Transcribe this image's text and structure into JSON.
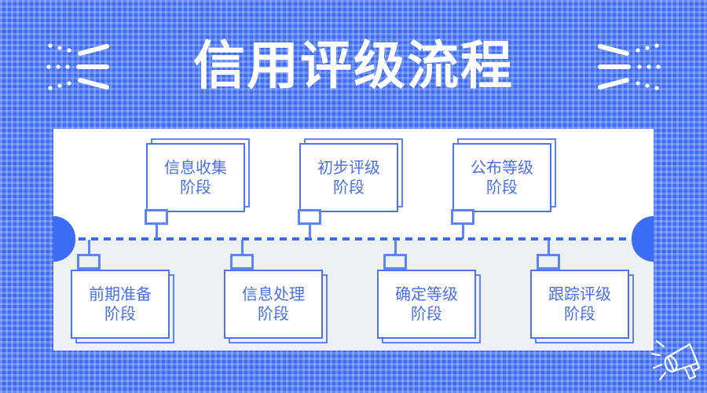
{
  "page": {
    "title": "信用评级流程",
    "background_color": "#3c6bf4",
    "panel_color": "#ffffff",
    "panel_lower_color": "#eef0f4",
    "accent_color": "#4a74f0",
    "text_color": "#4a6fe8"
  },
  "decorations": {
    "left_marks": "speed-lines-left",
    "right_marks": "speed-lines-right",
    "megaphone": "megaphone-icon"
  },
  "flow": {
    "top_row": [
      {
        "label": "信息收集\n阶段"
      },
      {
        "label": "初步评级\n阶段"
      },
      {
        "label": "公布等级\n阶段"
      }
    ],
    "bottom_row": [
      {
        "label": "前期准备\n阶段"
      },
      {
        "label": "信息处理\n阶段"
      },
      {
        "label": "确定等级\n阶段"
      },
      {
        "label": "跟踪评级\n阶段"
      }
    ]
  }
}
